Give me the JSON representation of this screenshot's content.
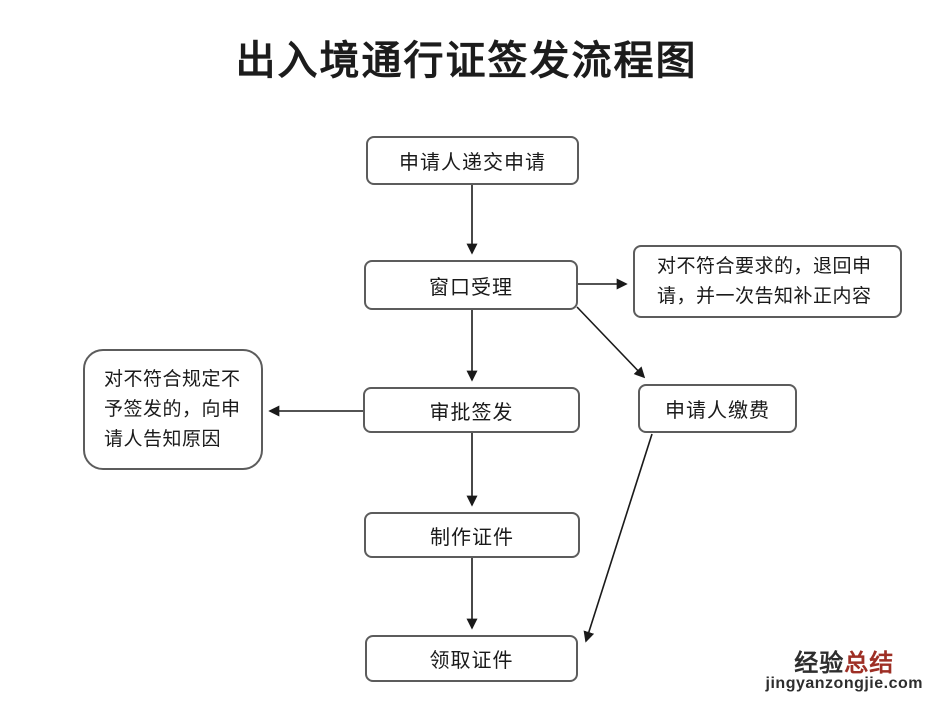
{
  "title": "出入境通行证签发流程图",
  "flowchart": {
    "nodes": {
      "submit": {
        "label": "申请人递交申请"
      },
      "accept": {
        "label": "窗口受理"
      },
      "reject_return": {
        "lines": [
          "对不符合要求的，退回申",
          "请，并一次告知补正内容"
        ]
      },
      "approve": {
        "label": "审批签发"
      },
      "deny_notice": {
        "lines": [
          "对不符合规定不",
          "予签发的，向申",
          "请人告知原因"
        ]
      },
      "pay": {
        "label": "申请人缴费"
      },
      "produce": {
        "label": "制作证件"
      },
      "collect": {
        "label": "领取证件"
      }
    },
    "edges": [
      "submit -> accept",
      "accept -> reject_return",
      "accept -> approve",
      "accept -> pay",
      "approve -> deny_notice",
      "approve -> produce",
      "produce -> collect",
      "pay -> collect"
    ]
  },
  "watermark": {
    "brand_black": "经验",
    "brand_red": "总结",
    "site": "jingyanzongjie.com"
  },
  "colors": {
    "background": "#ffffff",
    "box_border": "#5c5c5c",
    "arrow": "#1a1a1a",
    "text": "#1a1a1a",
    "watermark_red": "#9e2f25",
    "watermark_dark": "#2e2e2e"
  }
}
